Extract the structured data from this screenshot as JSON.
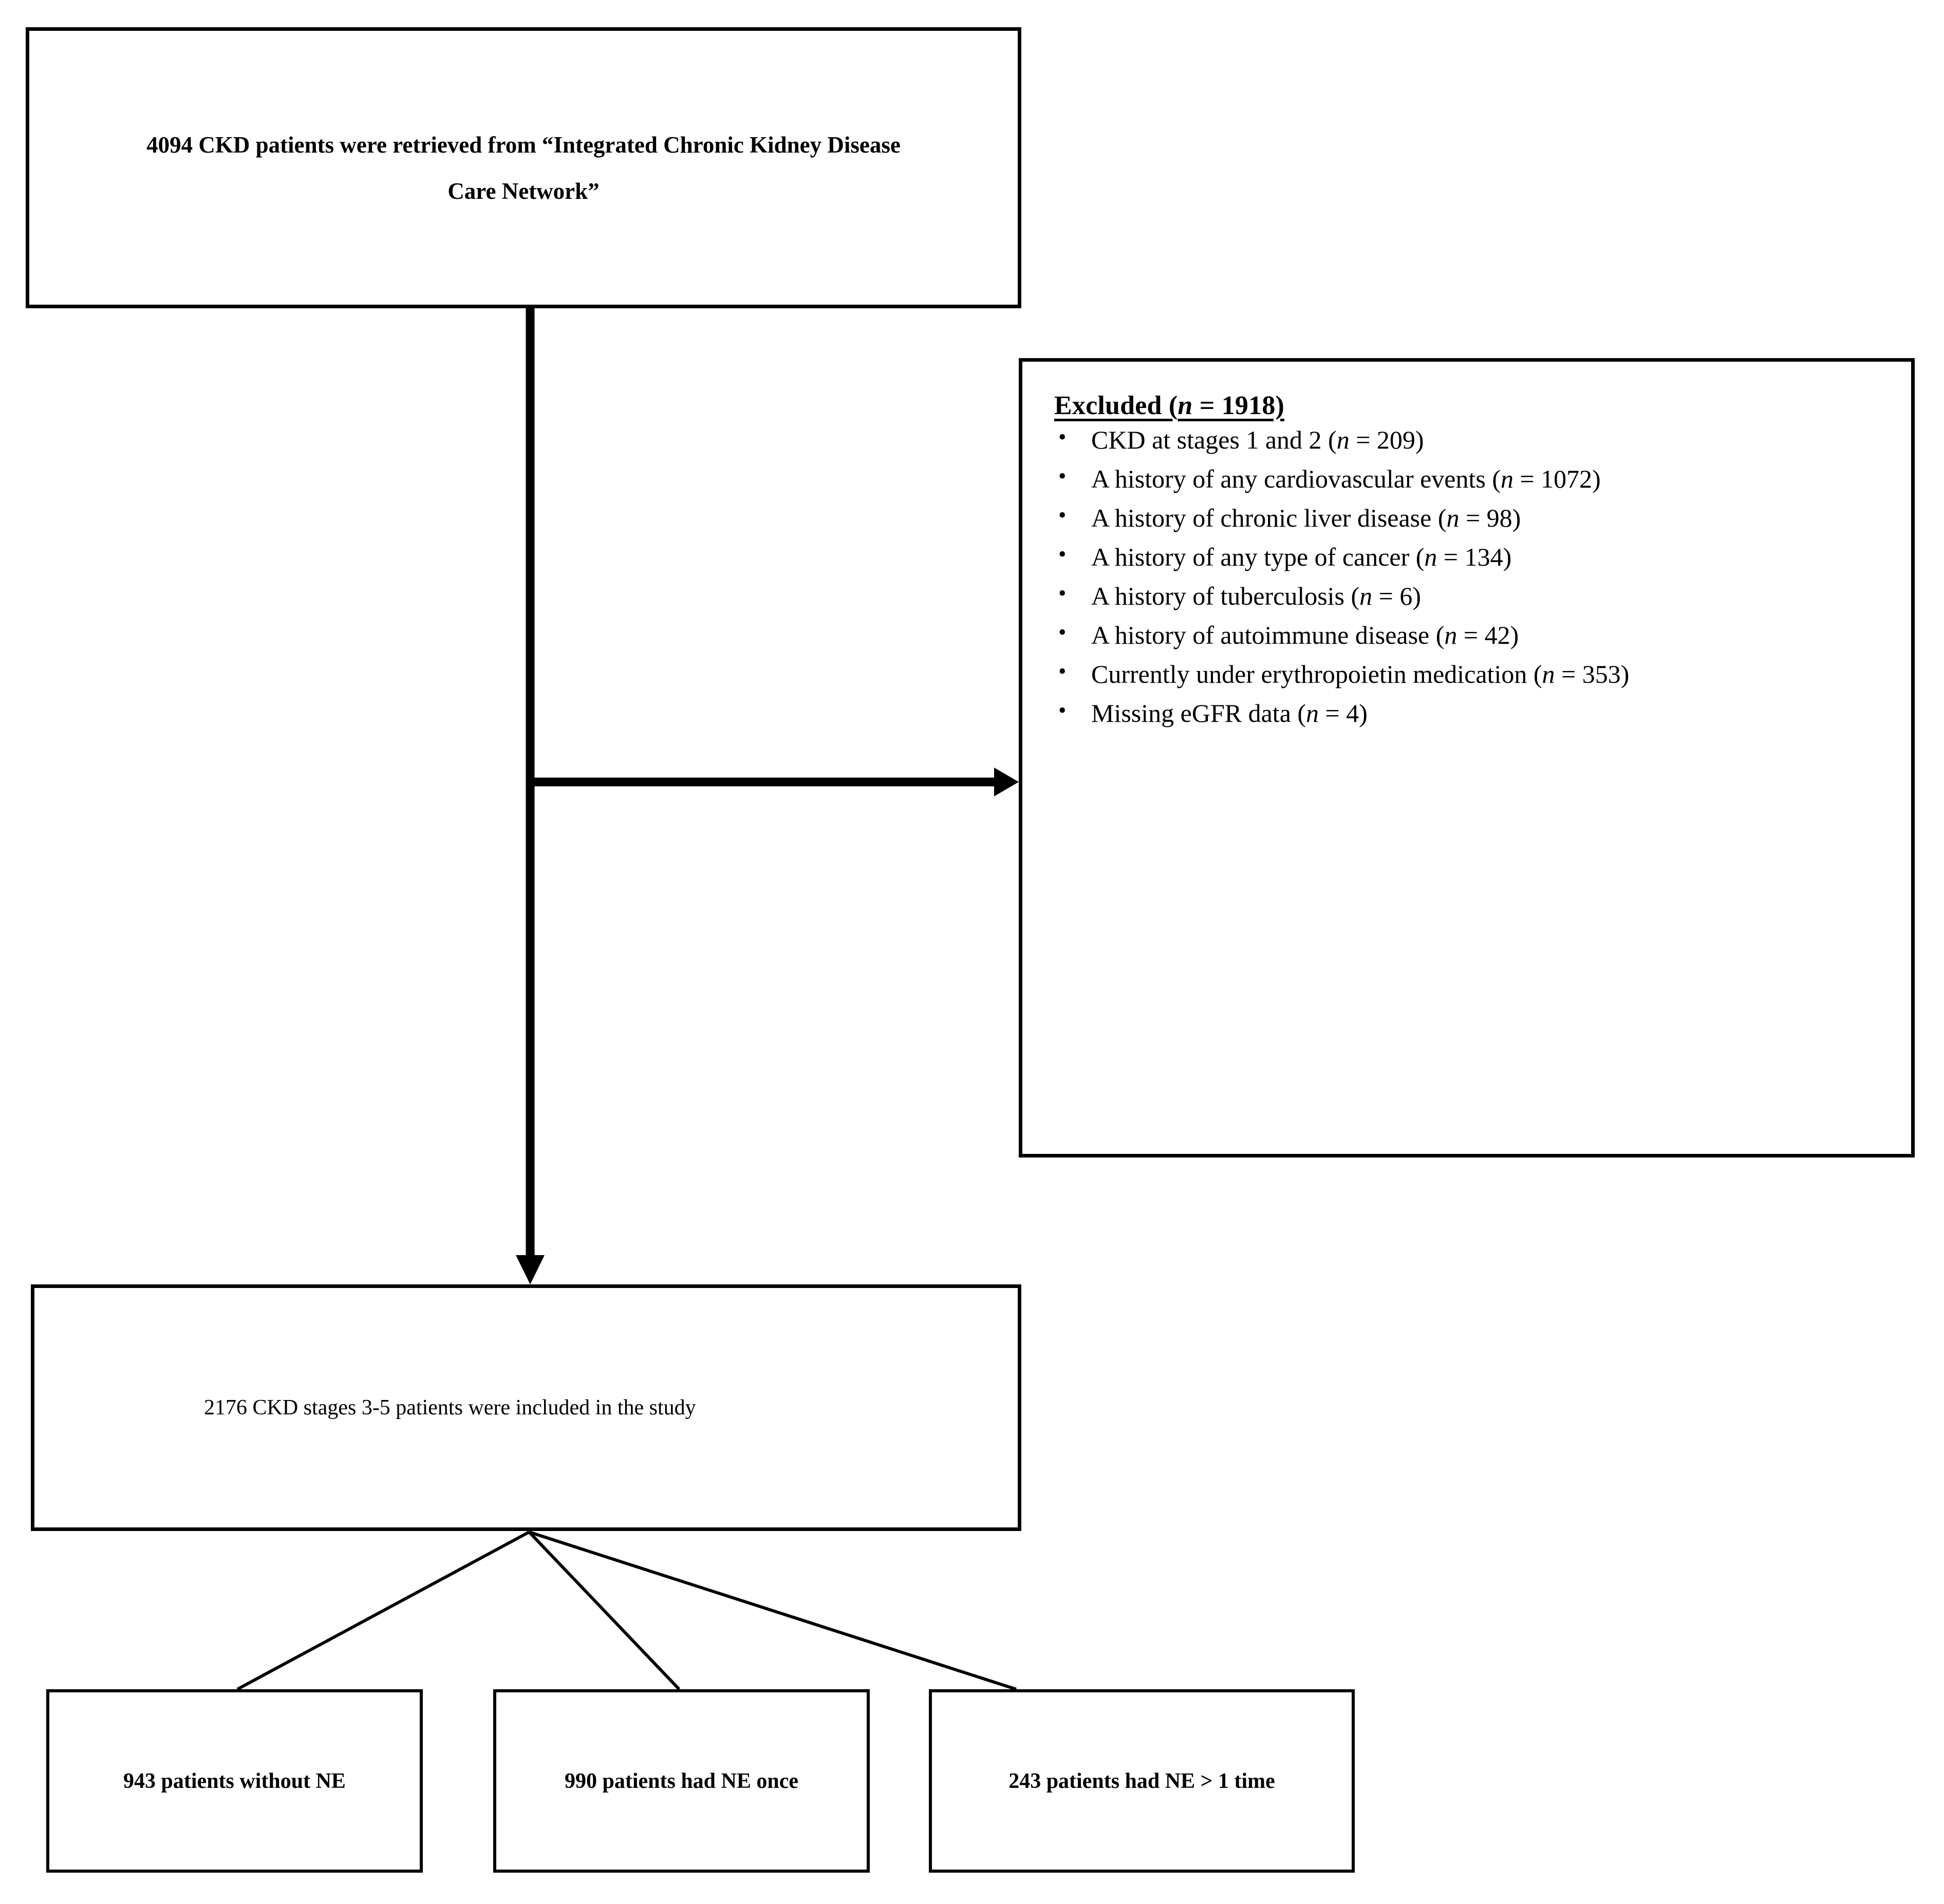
{
  "diagram": {
    "type": "flowchart",
    "title": "CKD patient selection flow diagram",
    "orientation": "top-down"
  },
  "source_box": {
    "line1": "4094 CKD patients were retrieved from “Integrated Chronic Kidney Disease",
    "line2": "Care Network”"
  },
  "excluded_box": {
    "title_prefix": "Excluded (",
    "title_italic": "n",
    "title_suffix": " = 1918)",
    "total": 1918,
    "items": [
      {
        "label": "CKD at stages 1 and 2 (",
        "italic": "n",
        "value": " = 209)",
        "n": 209
      },
      {
        "label": "A history of any cardiovascular events (",
        "italic": "n",
        "value": " = 1072)",
        "n": 1072
      },
      {
        "label": "A history of chronic liver disease (",
        "italic": "n",
        "value": " = 98)",
        "n": 98
      },
      {
        "label": "A history of any type of cancer (",
        "italic": "n",
        "value": " = 134)",
        "n": 134
      },
      {
        "label": "A history of tuberculosis (",
        "italic": "n",
        "value": " = 6)",
        "n": 6
      },
      {
        "label": "A history of autoimmune disease (",
        "italic": "n",
        "value": " = 42)",
        "n": 42
      },
      {
        "label": "Currently under erythropoietin medication (",
        "italic": "n",
        "value": " = 353)",
        "n": 353
      },
      {
        "label": "Missing eGFR data (",
        "italic": "n",
        "value": " = 4)",
        "n": 4
      }
    ]
  },
  "included_box": {
    "text": "2176 CKD stages 3-5 patients were included in the study",
    "count": 2176
  },
  "outcome_boxes": [
    {
      "text": "943 patients without NE",
      "count": 943
    },
    {
      "text": "990 patients had NE once",
      "count": 990
    },
    {
      "text": "243 patients had NE > 1 time",
      "count": 243
    }
  ],
  "colors": {
    "stroke": "#000000",
    "background": "#ffffff",
    "text": "#000000"
  }
}
